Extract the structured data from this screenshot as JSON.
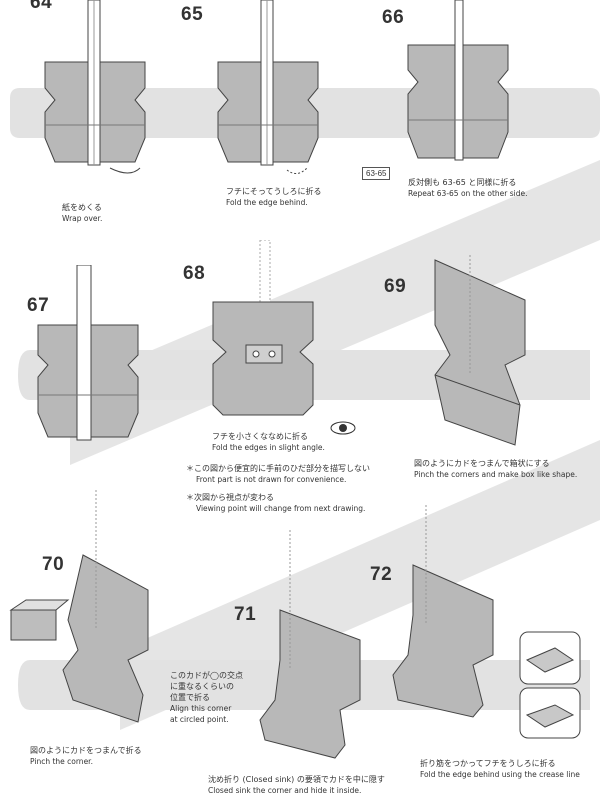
{
  "steps": [
    {
      "number": "64",
      "jp": "紙をめくる",
      "en": "Wrap over."
    },
    {
      "number": "65",
      "jp": "フチにそってうしろに折る",
      "en": "Fold the edge behind."
    },
    {
      "number": "66",
      "jp": "反対側も 63-65 と同様に折る",
      "en": "Repeat 63-65 on the other side.",
      "ref": "63-65"
    },
    {
      "number": "67"
    },
    {
      "number": "68",
      "jp": "フチを小さくななめに折る",
      "en": "Fold the edges in slight angle.",
      "note1_jp": "＊この図から便宜的に手前のひだ部分を描写しない",
      "note1_en": "Front part is not drawn for convenience.",
      "note2_jp": "＊次図から視点が変わる",
      "note2_en": "Viewing point will change from next drawing."
    },
    {
      "number": "69",
      "jp": "図のようにカドをつまんで箱状にする",
      "en": "Pinch the corners and make box like shape."
    },
    {
      "number": "70",
      "jp": "図のようにカドをつまんで折る",
      "en": "Pinch the corner.",
      "callout_jp1": "このカドが◯の交点",
      "callout_jp2": "に重なるくらいの",
      "callout_jp3": "位置で折る",
      "callout_en1": "Align this corner",
      "callout_en2": "at circled point."
    },
    {
      "number": "71",
      "jp": "沈め折り (Closed sink) の要領でカドを中に隠す",
      "en": "Closed sink the corner and hide it inside."
    },
    {
      "number": "72",
      "jp": "折り筋をつかってフチをうしろに折る",
      "en": "Fold the edge behind using the crease line"
    }
  ]
}
